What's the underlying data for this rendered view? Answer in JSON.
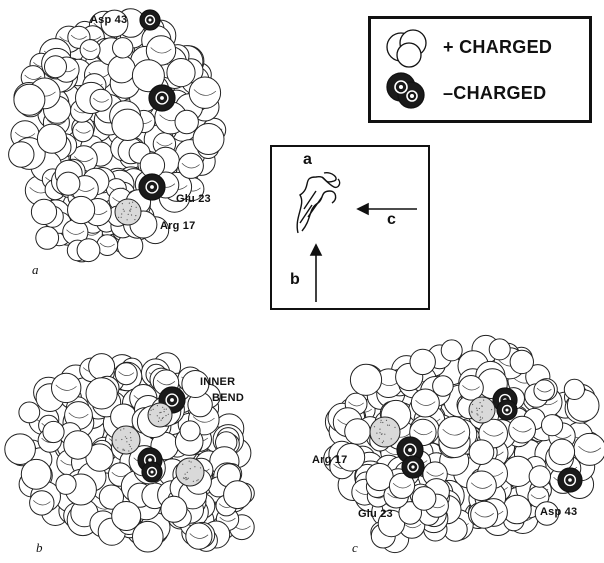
{
  "figure": {
    "legend": {
      "positive_label": "+ CHARGED",
      "negative_label": "–CHARGED"
    },
    "inset": {
      "label_a": "a",
      "label_b": "b",
      "label_c": "c"
    },
    "panel_a": {
      "letter": "a",
      "labels": {
        "asp43": "Asp 43",
        "glu23": "Glu 23",
        "arg17": "Arg 17"
      }
    },
    "panel_b": {
      "letter": "b",
      "labels": {
        "inner": "INNER",
        "bend": "BEND"
      }
    },
    "panel_c": {
      "letter": "c",
      "labels": {
        "arg17": "Arg 17",
        "glu23": "Glu 23",
        "asp43": "Asp 43"
      }
    },
    "colors": {
      "ink": "#111111",
      "paper": "#ffffff",
      "positive_fill": "#f2f2f2",
      "negative_fill": "#1a1a1a"
    }
  }
}
